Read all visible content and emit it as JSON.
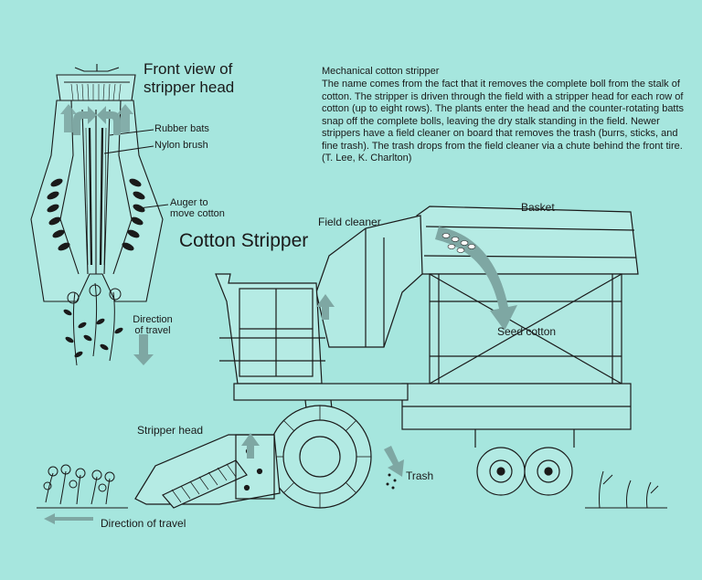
{
  "front_view_title": "Front view of stripper head",
  "main_title": "Cotton Stripper",
  "description": {
    "heading": "Mechanical cotton stripper",
    "body": "The name comes from the fact that it removes the complete boll from the stalk of cotton.  The stripper is driven through the field with a stripper head for each row of cotton (up to eight rows).  The plants enter the head and the counter-rotating batts snap off the complete bolls, leaving the dry stalk standing in the field.  Newer strippers have a field cleaner on board that removes the trash (burrs, sticks, and fine trash).  The trash drops from the field cleaner via a chute behind the front tire.  (T. Lee, K. Charlton)"
  },
  "labels": {
    "rubber_bats": "Rubber bats",
    "nylon_brush": "Nylon brush",
    "auger": "Auger to move cotton",
    "direction_front": "Direction of travel",
    "field_cleaner": "Field cleaner",
    "basket": "Basket",
    "seed_cotton": "Seed cotton",
    "stripper_head": "Stripper head",
    "trash": "Trash",
    "direction_bottom": "Direction of travel"
  },
  "colors": {
    "background": "#a6e6de",
    "line": "#1a1a1a",
    "arrow": "#7ea7a3"
  }
}
